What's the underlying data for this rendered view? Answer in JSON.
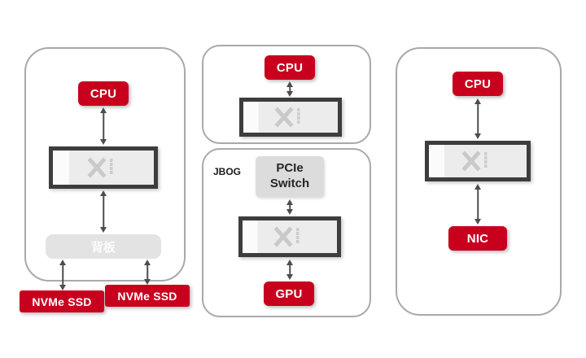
{
  "colors": {
    "accent_red": "#c8001e",
    "button_gray": "#dcdcdc",
    "chip_frame": "#3d3d3d",
    "panel_border": "#a9a9a9"
  },
  "left_panel": {
    "cpu": "CPU",
    "backplane": "背板",
    "nvme_ssd_left": "NVMe SSD",
    "nvme_ssd_right": "NVMe SSD"
  },
  "middle_top_panel": {
    "cpu": "CPU"
  },
  "jbog_panel": {
    "label": "JBOG",
    "pcie_switch": "PCIe Switch",
    "gpu": "GPU"
  },
  "right_panel": {
    "cpu": "CPU",
    "nic": "NIC"
  }
}
